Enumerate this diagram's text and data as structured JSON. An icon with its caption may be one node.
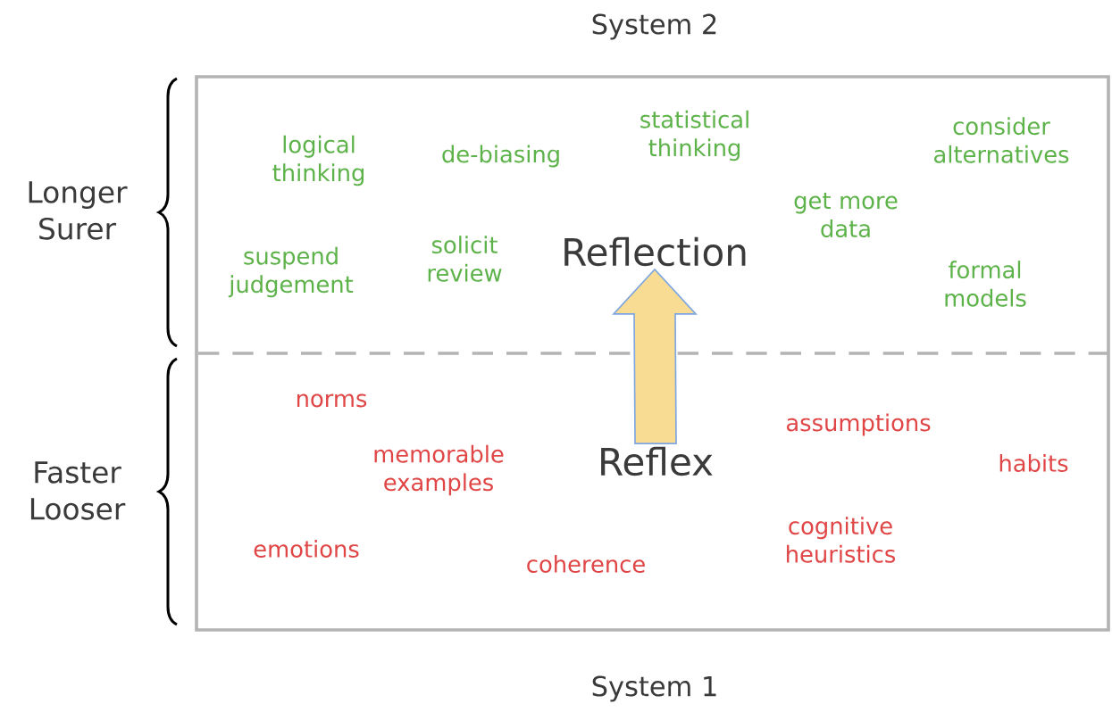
{
  "diagram": {
    "nodes": [
      {
        "text": [
          "Reflection"
        ]
      },
      {
        "text": [
          "Reflex"
        ]
      }
    ],
    "edges": [
      {
        "from": 1,
        "to": 0,
        "arrow": "to",
        "style": "thick"
      }
    ],
    "labels": [
      "System 2",
      "Longer Surer",
      "Faster Looser",
      "logical thinking",
      "de-biasing",
      "statistical thinking",
      "consider alternatives",
      "get more data",
      "suspend judgement",
      "solicit review",
      "formal models",
      "norms",
      "memorable examples",
      "assumptions",
      "habits",
      "emotions",
      "coherence",
      "cognitive heuristics",
      "System 1"
    ]
  }
}
